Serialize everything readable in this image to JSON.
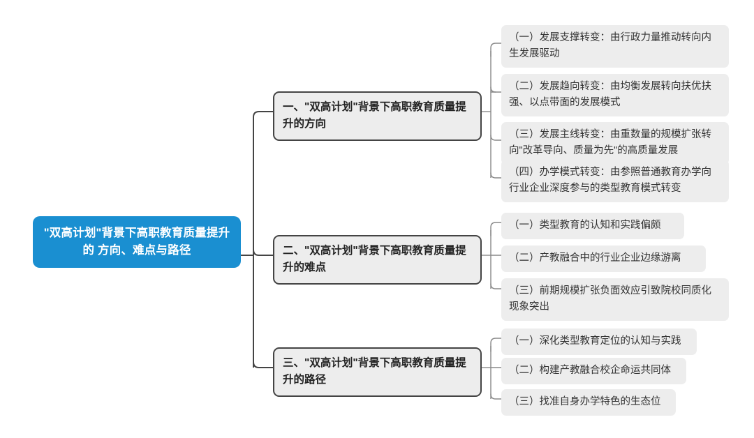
{
  "mindmap": {
    "root": {
      "label": "\"双高计划\"背景下高职教育质量提升的 方向、难点与路径",
      "color": "#1A8FD1",
      "text_color": "#ffffff"
    },
    "node_style": {
      "branch_fill": "#EDEDED",
      "branch_border": "#444444",
      "leaf_fill": "#EDEDED",
      "connector_color": "#444444",
      "leaf_connector_color": "#9a9a9a"
    },
    "branches": [
      {
        "label": "一、\"双高计划\"背景下高职教育质量提升的方向",
        "children": [
          {
            "label": "（一）发展支撑转变：由行政力量推动转向内生发展驱动"
          },
          {
            "label": "（二）发展趋向转变：由均衡发展转向扶优扶强、以点带面的发展模式"
          },
          {
            "label": "（三）发展主线转变：由重数量的规模扩张转向\"改革导向、质量为先\"的高质量发展"
          },
          {
            "label": "（四）办学模式转变：由参照普通教育办学向行业企业深度参与的类型教育模式转变"
          }
        ]
      },
      {
        "label": "二、\"双高计划\"背景下高职教育质量提升的难点",
        "children": [
          {
            "label": "（一）类型教育的认知和实践偏颇"
          },
          {
            "label": "（二）产教融合中的行业企业边缘游离"
          },
          {
            "label": "（三）前期规模扩张负面效应引致院校同质化现象突出"
          }
        ]
      },
      {
        "label": "三、\"双高计划\"背景下高职教育质量提升的路径",
        "children": [
          {
            "label": "（一）深化类型教育定位的认知与实践"
          },
          {
            "label": "（二）构建产教融合校企命运共同体"
          },
          {
            "label": "（三）找准自身办学特色的生态位"
          }
        ]
      }
    ]
  }
}
